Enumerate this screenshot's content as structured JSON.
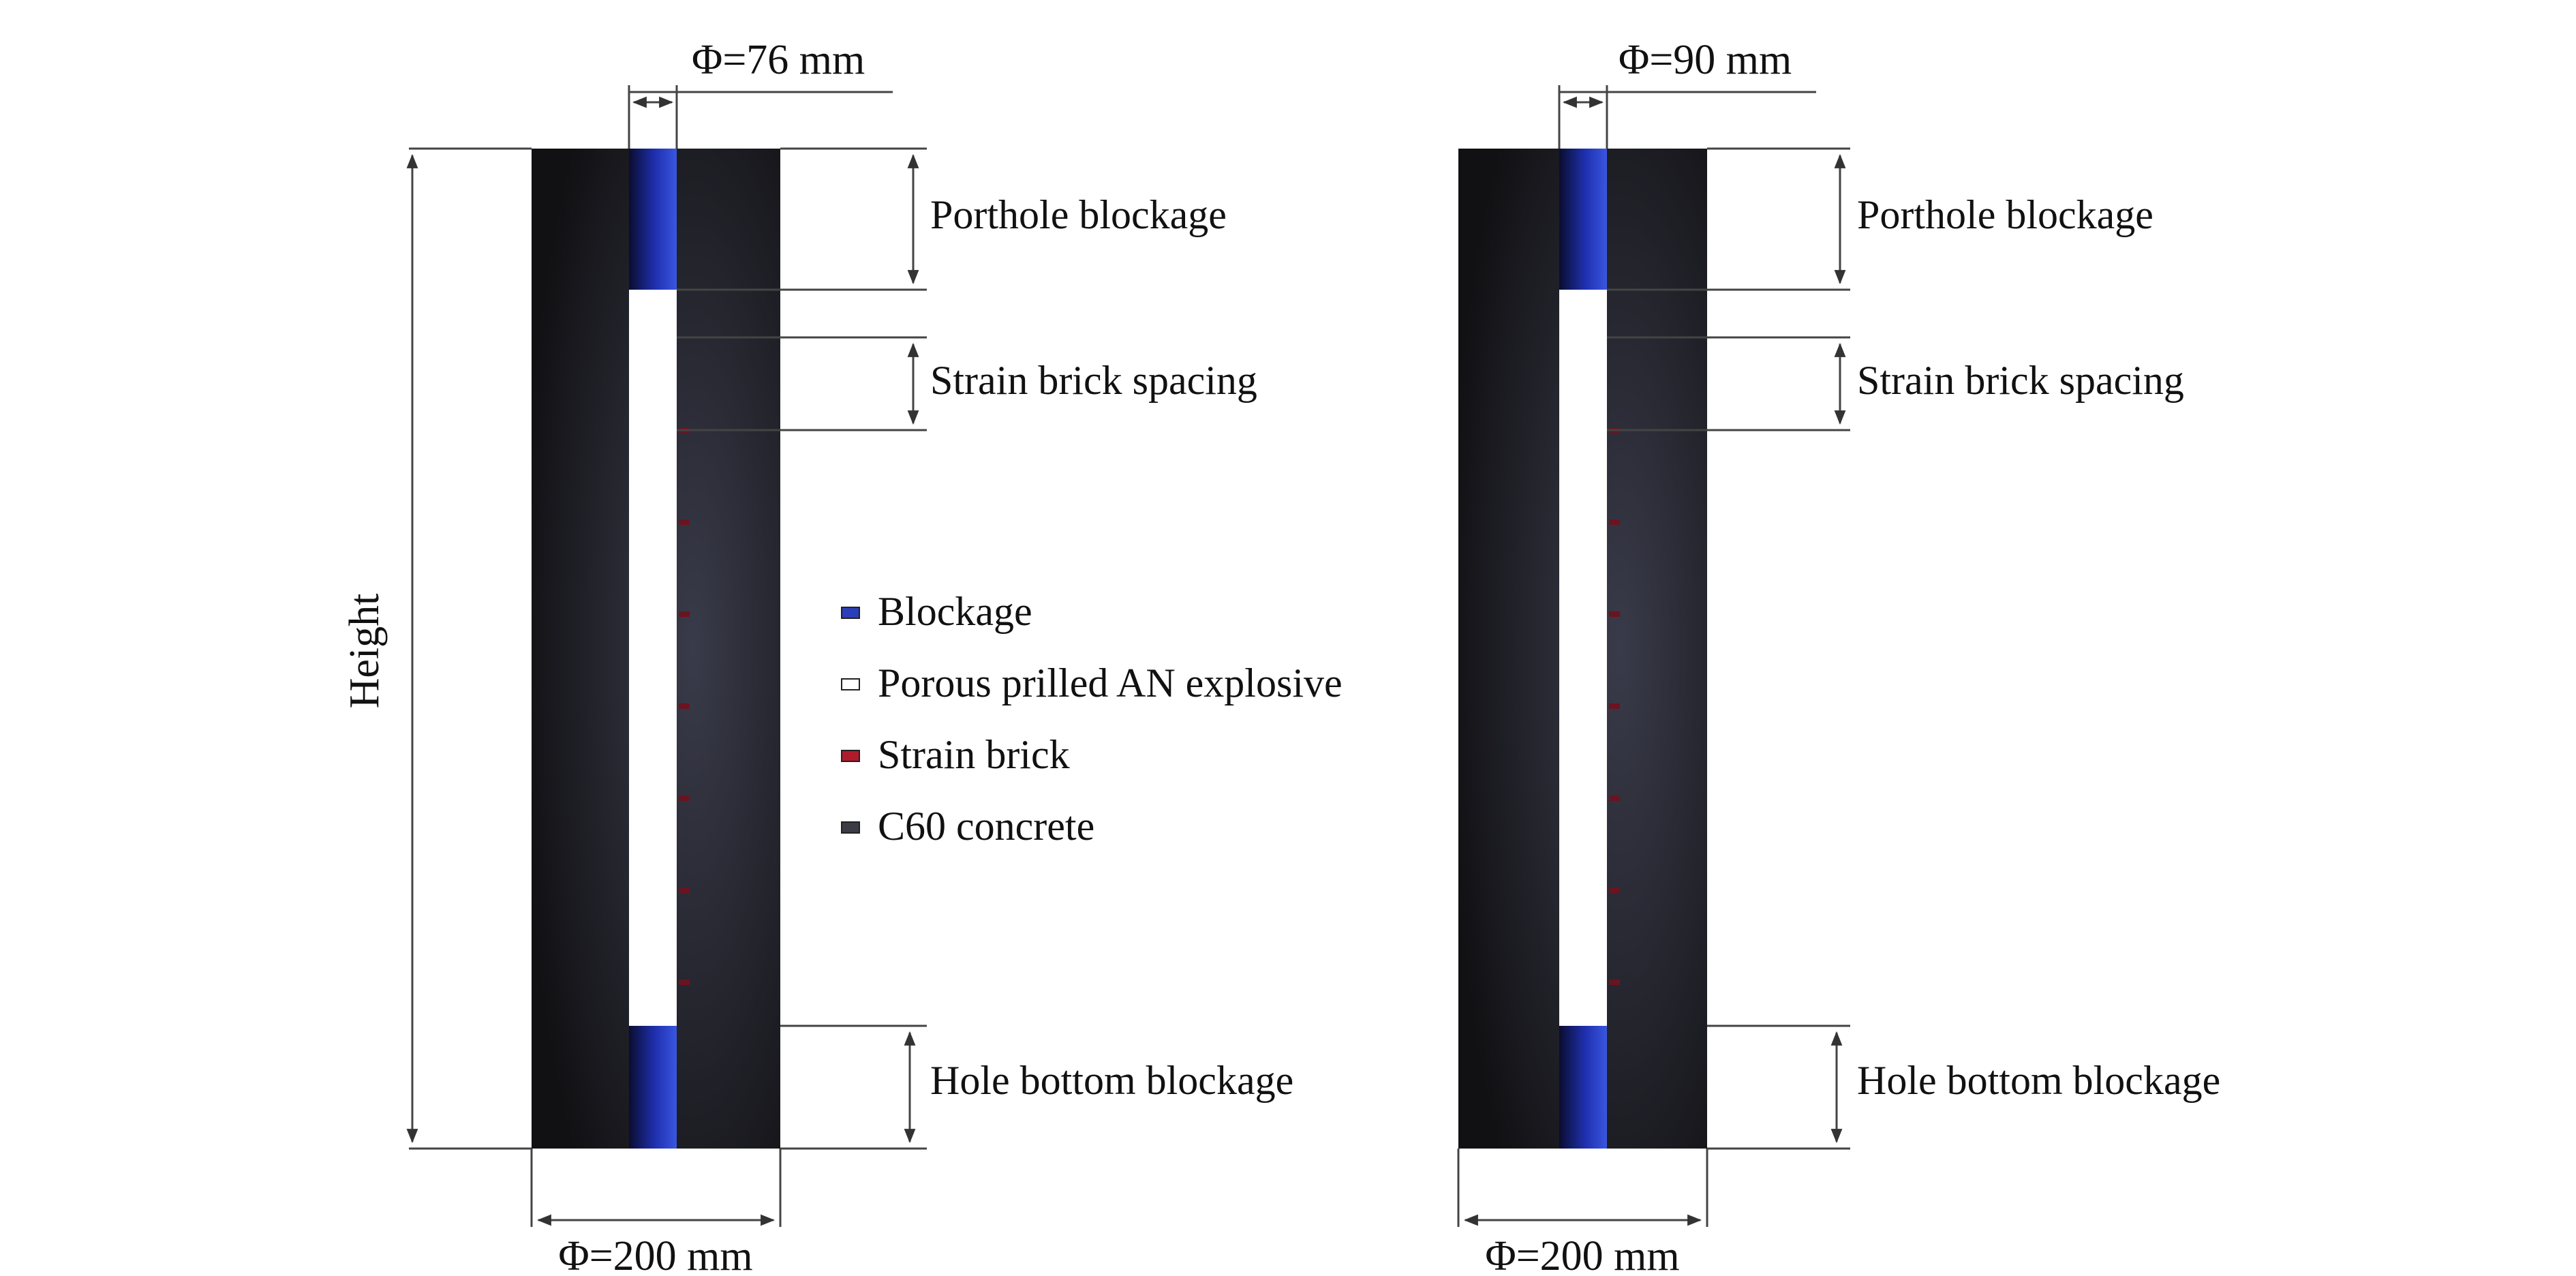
{
  "legend": [
    {
      "label": "Blockage",
      "color": "#2a3fb8"
    },
    {
      "label": "Porous prilled AN explosive",
      "color": "#ffffff"
    },
    {
      "label": "Strain brick",
      "color": "#b01b2c"
    },
    {
      "label": "C60 concrete",
      "color": "#3c3c46"
    }
  ],
  "left_model": {
    "hole_diameter": "Φ=76 mm",
    "outer_diameter": "Φ=200 mm",
    "height_label": "Height",
    "porthole_label": "Porthole blockage",
    "spacing_label": "Strain brick spacing",
    "bottom_label": "Hole bottom blockage"
  },
  "right_model": {
    "hole_diameter": "Φ=90 mm",
    "outer_diameter": "Φ=200 mm",
    "porthole_label": "Porthole blockage",
    "spacing_label": "Strain brick spacing",
    "bottom_label": "Hole bottom blockage"
  },
  "colors": {
    "concrete_dark": "#16161a",
    "concrete_light": "#3a3b4a",
    "blockage": "#2a3fb8",
    "strain_brick": "#6a1420",
    "dimension_line": "#333333"
  }
}
